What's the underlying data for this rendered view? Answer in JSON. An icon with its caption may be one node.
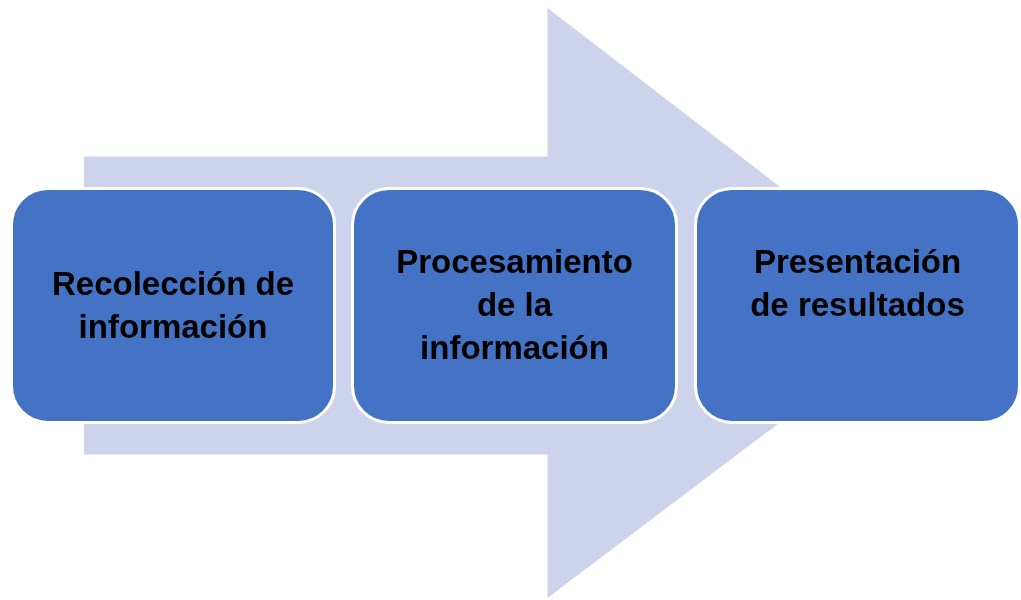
{
  "diagram": {
    "nodes": [
      {
        "text": [
          "Recolección de información"
        ]
      },
      {
        "text": [
          "Procesamiento de la información"
        ]
      },
      {
        "text": [
          "Presentación de resultados"
        ]
      }
    ],
    "edges": [
      {
        "from": 0,
        "to": 2,
        "arrow": "to"
      }
    ]
  }
}
